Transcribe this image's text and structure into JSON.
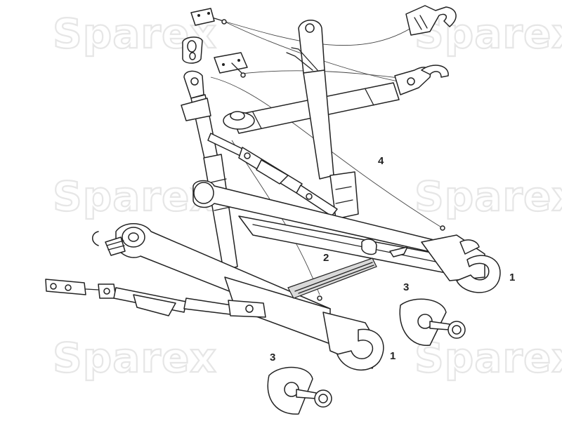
{
  "watermark": {
    "text": "Sparex"
  },
  "callouts": [
    {
      "id": "4",
      "label": "4"
    },
    {
      "id": "2",
      "label": "2"
    },
    {
      "id": "3a",
      "label": "3"
    },
    {
      "id": "1a",
      "label": "1"
    },
    {
      "id": "1b",
      "label": "1"
    },
    {
      "id": "3b",
      "label": "3"
    }
  ],
  "colors": {
    "line": "#222222",
    "watermark_stroke": "#e6e6e6",
    "background": "#ffffff"
  }
}
